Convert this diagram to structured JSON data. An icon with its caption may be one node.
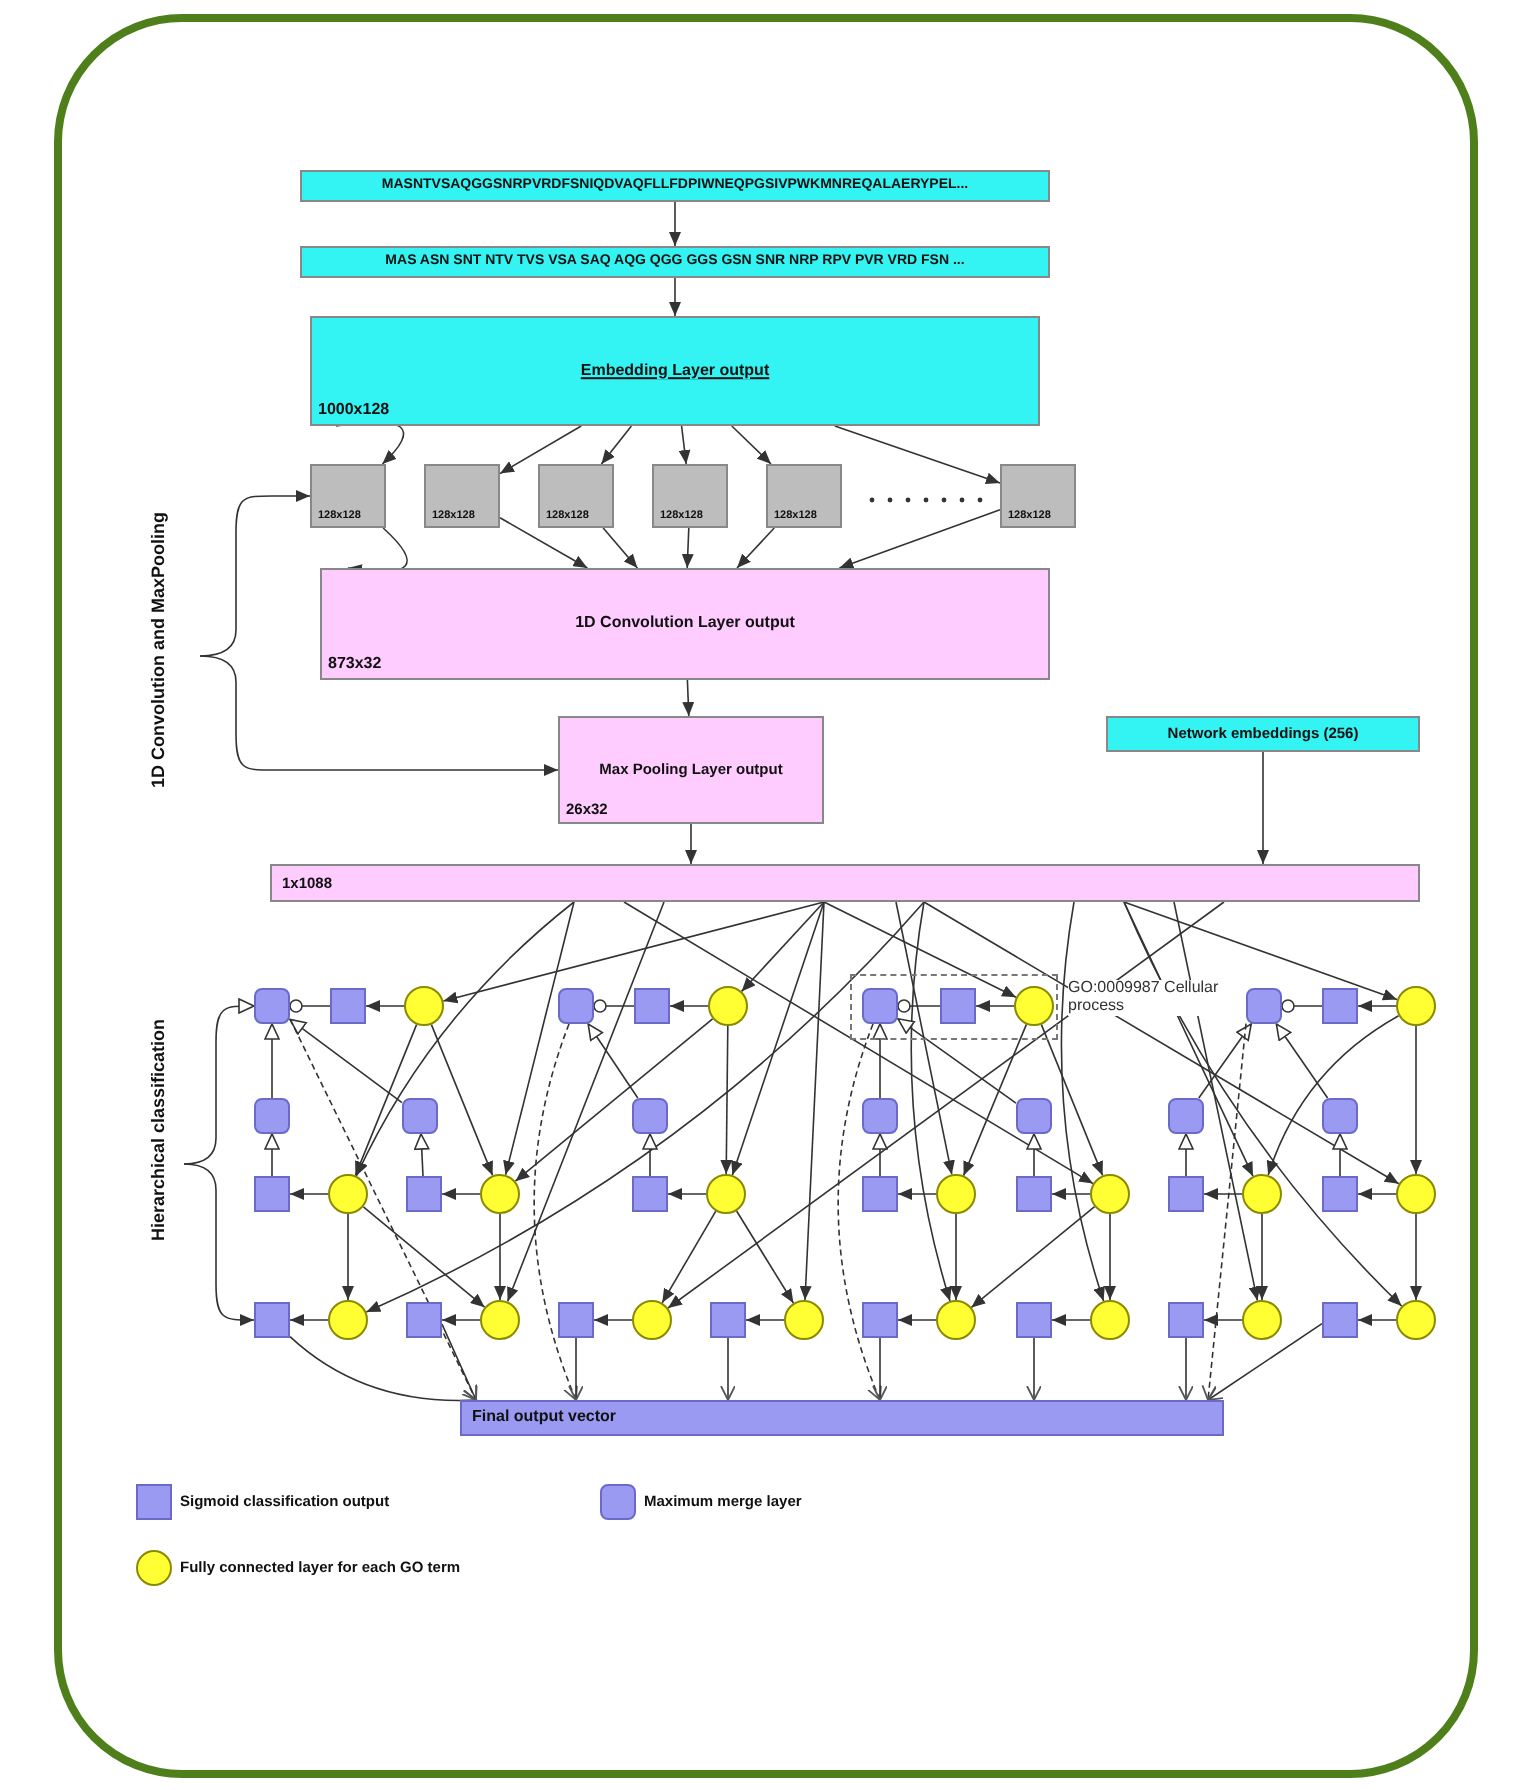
{
  "diagram": {
    "nodes": [
      {
        "text": [
          "MASNTVSAQGGSNRPVRDFSNIQDVAQFLLFDPIWNEQPGSIVPWKMNREQALAERYPEL..."
        ]
      },
      {
        "text": [
          "MAS ASN SNT NTV TVS VSA SAQ AQG QGG GGS GSN SNR NRP RPV PVR VRD  FSN ..."
        ]
      },
      {
        "text": [
          "Embedding Layer output",
          "1000x128"
        ]
      },
      {
        "text": [
          "128x128"
        ]
      },
      {
        "text": [
          "128x128"
        ]
      },
      {
        "text": [
          "128x128"
        ]
      },
      {
        "text": [
          "128x128"
        ]
      },
      {
        "text": [
          "128x128"
        ]
      },
      {
        "text": [
          "128x128"
        ]
      },
      {
        "text": [
          "1D Convolution Layer output",
          "873x32"
        ]
      },
      {
        "text": [
          "Max Pooling Layer output",
          "26x32"
        ]
      },
      {
        "text": [
          "Network embeddings (256)"
        ]
      },
      {
        "text": [
          "1x1088"
        ]
      },
      {
        "text": [
          "GO:0009987 Cellular process"
        ]
      },
      {
        "text": [],
        "shape": "box"
      },
      {
        "text": [],
        "shape": "box"
      },
      {
        "text": [],
        "shape": "circle"
      },
      {
        "text": [],
        "shape": "box"
      },
      {
        "text": [],
        "shape": "box"
      },
      {
        "text": [],
        "shape": "circle"
      },
      {
        "text": [],
        "shape": "box",
        "in": 13
      },
      {
        "text": [],
        "shape": "box",
        "in": 13
      },
      {
        "text": [],
        "shape": "circle",
        "in": 13
      },
      {
        "text": [],
        "shape": "box"
      },
      {
        "text": [],
        "shape": "box"
      },
      {
        "text": [],
        "shape": "circle"
      },
      {
        "text": [],
        "shape": "box"
      },
      {
        "text": [],
        "shape": "box"
      },
      {
        "text": [],
        "shape": "box"
      },
      {
        "text": [],
        "shape": "box"
      },
      {
        "text": [],
        "shape": "box"
      },
      {
        "text": [],
        "shape": "box"
      },
      {
        "text": [],
        "shape": "box"
      },
      {
        "text": [],
        "shape": "box"
      },
      {
        "text": [],
        "shape": "circle"
      },
      {
        "text": [],
        "shape": "box"
      },
      {
        "text": [],
        "shape": "circle"
      },
      {
        "text": [],
        "shape": "box"
      },
      {
        "text": [],
        "shape": "circle"
      },
      {
        "text": [],
        "shape": "box"
      },
      {
        "text": [],
        "shape": "circle"
      },
      {
        "text": [],
        "shape": "box"
      },
      {
        "text": [],
        "shape": "circle"
      },
      {
        "text": [],
        "shape": "box"
      },
      {
        "text": [],
        "shape": "circle"
      },
      {
        "text": [],
        "shape": "box"
      },
      {
        "text": [],
        "shape": "circle"
      },
      {
        "text": [],
        "shape": "box"
      },
      {
        "text": [],
        "shape": "circle"
      },
      {
        "text": [],
        "shape": "box"
      },
      {
        "text": [],
        "shape": "circle"
      },
      {
        "text": [],
        "shape": "box"
      },
      {
        "text": [],
        "shape": "circle"
      },
      {
        "text": [],
        "shape": "box"
      },
      {
        "text": [],
        "shape": "circle"
      },
      {
        "text": [],
        "shape": "box"
      },
      {
        "text": [],
        "shape": "circle"
      },
      {
        "text": [],
        "shape": "box"
      },
      {
        "text": [],
        "shape": "circle"
      },
      {
        "text": [],
        "shape": "box"
      },
      {
        "text": [],
        "shape": "circle"
      },
      {
        "text": [],
        "shape": "box"
      },
      {
        "text": [],
        "shape": "circle"
      },
      {
        "text": [
          "Final output vector"
        ]
      },
      {
        "text": [
          "1D Convolution and MaxPooling"
        ]
      },
      {
        "text": [
          "Hierarchical classification"
        ]
      }
    ],
    "edges": [
      {
        "from": 0,
        "to": 1,
        "arrow": "to"
      },
      {
        "from": 1,
        "to": 2,
        "arrow": "to"
      },
      {
        "from": 2,
        "to": 3,
        "arrow": "to"
      },
      {
        "from": 2,
        "to": 4,
        "arrow": "to"
      },
      {
        "from": 2,
        "to": 5,
        "arrow": "to"
      },
      {
        "from": 2,
        "to": 6,
        "arrow": "to"
      },
      {
        "from": 2,
        "to": 7,
        "arrow": "to"
      },
      {
        "from": 2,
        "to": 8,
        "arrow": "to"
      },
      {
        "from": 3,
        "to": 9,
        "arrow": "to"
      },
      {
        "from": 4,
        "to": 9,
        "arrow": "to"
      },
      {
        "from": 5,
        "to": 9,
        "arrow": "to"
      },
      {
        "from": 6,
        "to": 9,
        "arrow": "to"
      },
      {
        "from": 7,
        "to": 9,
        "arrow": "to"
      },
      {
        "from": 8,
        "to": 9,
        "arrow": "to"
      },
      {
        "from": 9,
        "to": 10,
        "arrow": "to"
      },
      {
        "from": 10,
        "to": 12,
        "arrow": "to"
      },
      {
        "from": 11,
        "to": 12,
        "arrow": "to"
      },
      {
        "from": 12,
        "to": 16,
        "arrow": "to"
      },
      {
        "from": 12,
        "to": 19,
        "arrow": "to"
      },
      {
        "from": 12,
        "to": 22,
        "arrow": "to"
      },
      {
        "from": 12,
        "to": 25,
        "arrow": "to"
      },
      {
        "from": 12,
        "to": 34,
        "arrow": "to"
      },
      {
        "from": 12,
        "to": 36,
        "arrow": "to"
      },
      {
        "from": 12,
        "to": 38,
        "arrow": "to"
      },
      {
        "from": 12,
        "to": 40,
        "arrow": "to"
      },
      {
        "from": 12,
        "to": 42,
        "arrow": "to"
      },
      {
        "from": 12,
        "to": 44,
        "arrow": "to"
      },
      {
        "from": 12,
        "to": 46,
        "arrow": "to"
      },
      {
        "from": 12,
        "to": 48,
        "arrow": "to"
      },
      {
        "from": 12,
        "to": 50,
        "arrow": "to"
      },
      {
        "from": 12,
        "to": 52,
        "arrow": "to"
      },
      {
        "from": 12,
        "to": 54,
        "arrow": "to"
      },
      {
        "from": 12,
        "to": 56,
        "arrow": "to"
      },
      {
        "from": 12,
        "to": 58,
        "arrow": "to"
      },
      {
        "from": 12,
        "to": 60,
        "arrow": "to"
      },
      {
        "from": 12,
        "to": 62,
        "arrow": "to"
      },
      {
        "from": 16,
        "to": 15,
        "arrow": "to"
      },
      {
        "from": 19,
        "to": 18,
        "arrow": "to"
      },
      {
        "from": 22,
        "to": 21,
        "arrow": "to"
      },
      {
        "from": 25,
        "to": 24,
        "arrow": "to"
      },
      {
        "from": 34,
        "to": 33,
        "arrow": "to"
      },
      {
        "from": 36,
        "to": 35,
        "arrow": "to"
      },
      {
        "from": 38,
        "to": 37,
        "arrow": "to"
      },
      {
        "from": 40,
        "to": 39,
        "arrow": "to"
      },
      {
        "from": 42,
        "to": 41,
        "arrow": "to"
      },
      {
        "from": 44,
        "to": 43,
        "arrow": "to"
      },
      {
        "from": 46,
        "to": 45,
        "arrow": "to"
      },
      {
        "from": 48,
        "to": 47,
        "arrow": "to"
      },
      {
        "from": 50,
        "to": 49,
        "arrow": "to"
      },
      {
        "from": 52,
        "to": 51,
        "arrow": "to"
      },
      {
        "from": 54,
        "to": 53,
        "arrow": "to"
      },
      {
        "from": 56,
        "to": 55,
        "arrow": "to"
      },
      {
        "from": 58,
        "to": 57,
        "arrow": "to"
      },
      {
        "from": 60,
        "to": 59,
        "arrow": "to"
      },
      {
        "from": 62,
        "to": 61,
        "arrow": "to"
      },
      {
        "from": 15,
        "to": 14,
        "arrow": "other"
      },
      {
        "from": 18,
        "to": 17,
        "arrow": "other"
      },
      {
        "from": 21,
        "to": 20,
        "arrow": "other"
      },
      {
        "from": 24,
        "to": 23,
        "arrow": "other"
      },
      {
        "from": 33,
        "to": 26,
        "arrow": "to"
      },
      {
        "from": 35,
        "to": 27,
        "arrow": "to"
      },
      {
        "from": 37,
        "to": 28,
        "arrow": "to"
      },
      {
        "from": 39,
        "to": 29,
        "arrow": "to"
      },
      {
        "from": 41,
        "to": 30,
        "arrow": "to"
      },
      {
        "from": 43,
        "to": 31,
        "arrow": "to"
      },
      {
        "from": 45,
        "to": 32,
        "arrow": "to"
      },
      {
        "from": 26,
        "to": 14,
        "arrow": "to"
      },
      {
        "from": 27,
        "to": 14,
        "arrow": "to"
      },
      {
        "from": 28,
        "to": 17,
        "arrow": "to"
      },
      {
        "from": 29,
        "to": 20,
        "arrow": "to"
      },
      {
        "from": 30,
        "to": 20,
        "arrow": "to"
      },
      {
        "from": 31,
        "to": 23,
        "arrow": "to"
      },
      {
        "from": 32,
        "to": 23,
        "arrow": "to"
      },
      {
        "from": 16,
        "to": 34,
        "arrow": "to"
      },
      {
        "from": 16,
        "to": 36,
        "arrow": "to"
      },
      {
        "from": 19,
        "to": 36,
        "arrow": "to"
      },
      {
        "from": 19,
        "to": 38,
        "arrow": "to"
      },
      {
        "from": 22,
        "to": 40,
        "arrow": "to"
      },
      {
        "from": 22,
        "to": 42,
        "arrow": "to"
      },
      {
        "from": 25,
        "to": 44,
        "arrow": "to"
      },
      {
        "from": 25,
        "to": 46,
        "arrow": "to"
      },
      {
        "from": 34,
        "to": 48,
        "arrow": "to"
      },
      {
        "from": 34,
        "to": 50,
        "arrow": "to"
      },
      {
        "from": 36,
        "to": 50,
        "arrow": "to"
      },
      {
        "from": 38,
        "to": 52,
        "arrow": "to"
      },
      {
        "from": 38,
        "to": 54,
        "arrow": "to"
      },
      {
        "from": 40,
        "to": 56,
        "arrow": "to"
      },
      {
        "from": 42,
        "to": 56,
        "arrow": "to"
      },
      {
        "from": 42,
        "to": 58,
        "arrow": "to"
      },
      {
        "from": 44,
        "to": 60,
        "arrow": "to"
      },
      {
        "from": 46,
        "to": 62,
        "arrow": "to"
      },
      {
        "from": 14,
        "to": 63,
        "arrow": "to",
        "style": "dashed"
      },
      {
        "from": 17,
        "to": 63,
        "arrow": "to",
        "style": "dashed"
      },
      {
        "from": 20,
        "to": 63,
        "arrow": "to",
        "style": "dashed"
      },
      {
        "from": 23,
        "to": 63,
        "arrow": "to",
        "style": "dashed"
      },
      {
        "from": 47,
        "to": 63,
        "arrow": "to"
      },
      {
        "from": 49,
        "to": 63,
        "arrow": "to"
      },
      {
        "from": 51,
        "to": 63,
        "arrow": "to"
      },
      {
        "from": 53,
        "to": 63,
        "arrow": "to"
      },
      {
        "from": 55,
        "to": 63,
        "arrow": "to"
      },
      {
        "from": 57,
        "to": 63,
        "arrow": "to"
      },
      {
        "from": 59,
        "to": 63,
        "arrow": "to"
      },
      {
        "from": 61,
        "to": 63,
        "arrow": "to"
      },
      {
        "from": 64,
        "to": 3,
        "arrow": "to"
      },
      {
        "from": 64,
        "to": 10,
        "arrow": "to"
      },
      {
        "from": 65,
        "to": 14,
        "arrow": "to"
      },
      {
        "from": 65,
        "to": 47,
        "arrow": "to"
      }
    ],
    "legend": [
      {
        "text": "Sigmoid classification output",
        "color": "#9a9af2"
      },
      {
        "text": "Maximum merge layer",
        "color": "#9a9af2"
      },
      {
        "text": "Fully connected layer for each GO term",
        "color": "#ffff33"
      }
    ]
  }
}
